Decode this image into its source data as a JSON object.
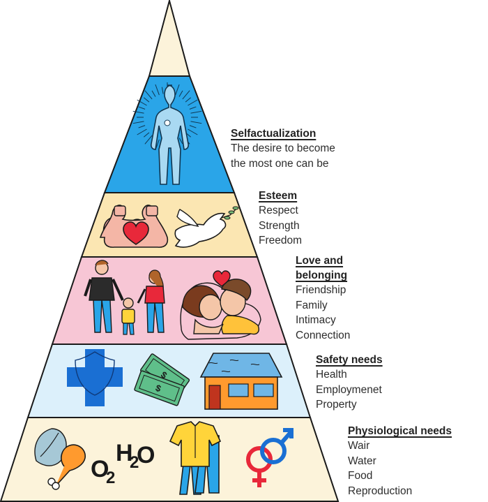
{
  "levels": [
    {
      "title": "Selfactualization",
      "items": [
        "The desire to become",
        "the most one can be"
      ],
      "color": "#2aa5e8",
      "icons": [
        "radiant-human-figure"
      ]
    },
    {
      "title": "Esteem",
      "items": [
        "Respect",
        "Strength",
        "Freedom"
      ],
      "color": "#fbe6b2",
      "icons": [
        "flexed-arms-heart",
        "dove-with-olive-branch"
      ]
    },
    {
      "title": "Love and belonging",
      "items": [
        "Friendship",
        "Family",
        "Intimacy",
        "Connection"
      ],
      "color": "#f7c6d5",
      "icons": [
        "family-holding-hands",
        "embracing-couple-with-heart"
      ]
    },
    {
      "title": "Safety needs",
      "items": [
        "Health",
        "Employmenet",
        "Property"
      ],
      "color": "#dcf0fb",
      "icons": [
        "medical-cross-shield",
        "money-stack",
        "house"
      ]
    },
    {
      "title": "Physiological needs",
      "items": [
        "Wair",
        "Water",
        "Food",
        "Reproduction"
      ],
      "color": "#fcf3da",
      "icons": [
        "leaf-and-drumstick",
        "o2-h2o-formulas",
        "shirt-and-pants",
        "gender-symbols"
      ]
    }
  ],
  "apex_color": "#fcf3da",
  "formulas": {
    "o": "O",
    "o_sub": "2",
    "h": "H",
    "h_sub": "2",
    "ho": "O"
  }
}
